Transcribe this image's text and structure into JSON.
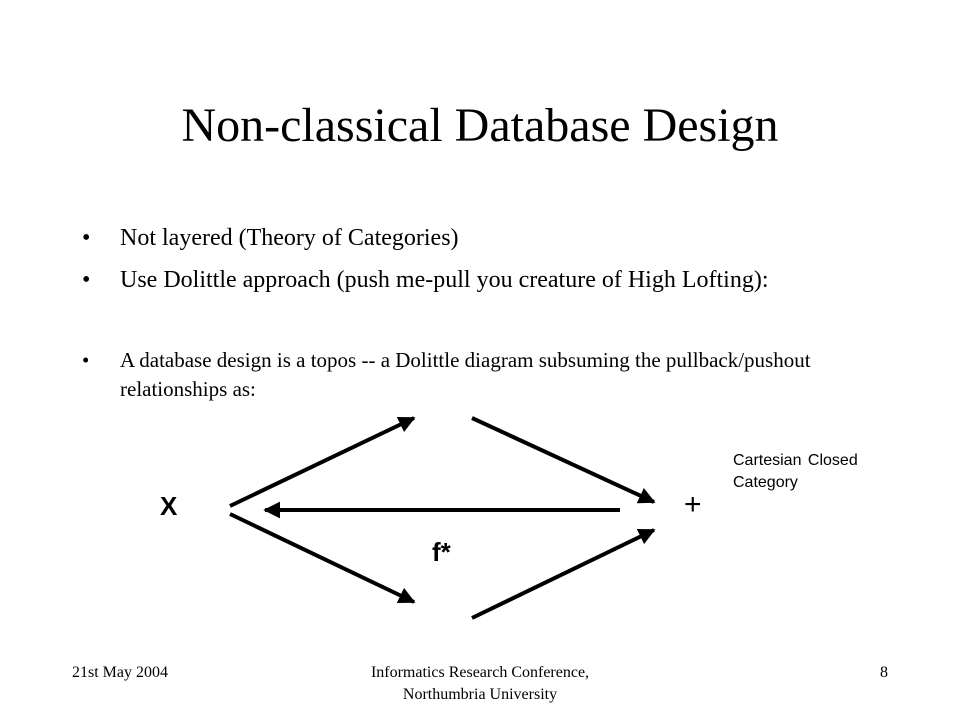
{
  "slide": {
    "title": "Non-classical Database Design",
    "bullets": [
      {
        "marker": "•",
        "text": "Not layered (Theory of Categories)"
      },
      {
        "marker": "•",
        "text": "Use Dolittle approach (push me-pull you creature of High Lofting):"
      },
      {
        "marker": "•",
        "text": "A database design is a topos --  a Dolittle diagram subsuming the pullback/pushout relationships as:"
      }
    ],
    "diagram": {
      "left_label": "X",
      "right_label": "+",
      "arrow_label": "f*",
      "annotation": "Cartesian Closed Category"
    },
    "footer": {
      "date": "21st May 2004",
      "event_line1": "Informatics Research Conference,",
      "event_line2": "Northumbria University",
      "page_number": "8"
    }
  }
}
